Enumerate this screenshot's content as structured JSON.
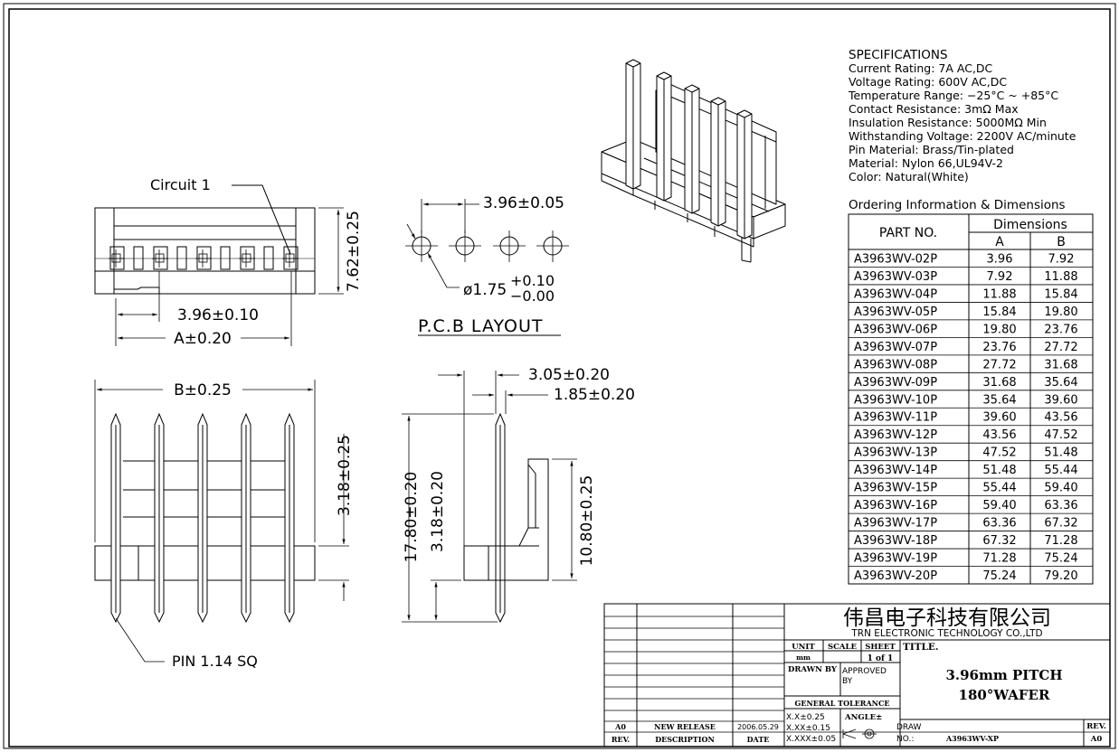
{
  "specifications": {
    "heading": "SPECIFICATIONS",
    "lines": [
      "Current Rating: 7A AC,DC",
      "Voltage Rating: 600V AC,DC",
      "Temperature Range: −25°C ~ +85°C",
      "Contact Resistance: 3mΩ Max",
      "Insulation Resistance: 5000MΩ Min",
      "Withstanding Voltage: 2200V AC/minute",
      "Pin Material: Brass/Tin-plated",
      "Material: Nylon 66,UL94V-2",
      "Color: Natural(White)"
    ]
  },
  "ordering": {
    "heading": "Ordering Information & Dimensions",
    "col_part": "PART NO.",
    "col_dims": "Dimensions",
    "col_a": "A",
    "col_b": "B",
    "rows": [
      {
        "part": "A3963WV-02P",
        "a": "3.96",
        "b": "7.92"
      },
      {
        "part": "A3963WV-03P",
        "a": "7.92",
        "b": "11.88"
      },
      {
        "part": "A3963WV-04P",
        "a": "11.88",
        "b": "15.84"
      },
      {
        "part": "A3963WV-05P",
        "a": "15.84",
        "b": "19.80"
      },
      {
        "part": "A3963WV-06P",
        "a": "19.80",
        "b": "23.76"
      },
      {
        "part": "A3963WV-07P",
        "a": "23.76",
        "b": "27.72"
      },
      {
        "part": "A3963WV-08P",
        "a": "27.72",
        "b": "31.68"
      },
      {
        "part": "A3963WV-09P",
        "a": "31.68",
        "b": "35.64"
      },
      {
        "part": "A3963WV-10P",
        "a": "35.64",
        "b": "39.60"
      },
      {
        "part": "A3963WV-11P",
        "a": "39.60",
        "b": "43.56"
      },
      {
        "part": "A3963WV-12P",
        "a": "43.56",
        "b": "47.52"
      },
      {
        "part": "A3963WV-13P",
        "a": "47.52",
        "b": "51.48"
      },
      {
        "part": "A3963WV-14P",
        "a": "51.48",
        "b": "55.44"
      },
      {
        "part": "A3963WV-15P",
        "a": "55.44",
        "b": "59.40"
      },
      {
        "part": "A3963WV-16P",
        "a": "59.40",
        "b": "63.36"
      },
      {
        "part": "A3963WV-17P",
        "a": "63.36",
        "b": "67.32"
      },
      {
        "part": "A3963WV-18P",
        "a": "67.32",
        "b": "71.28"
      },
      {
        "part": "A3963WV-19P",
        "a": "71.28",
        "b": "75.24"
      },
      {
        "part": "A3963WV-20P",
        "a": "75.24",
        "b": "79.20"
      }
    ]
  },
  "front_view": {
    "circuit_label": "Circuit 1",
    "height_dim": "7.62±0.25",
    "pitch_dim": "3.96±0.10",
    "a_dim": "A±0.20"
  },
  "pcb_layout": {
    "pitch_dim": "3.96±0.05",
    "hole_dim": "ø1.75",
    "hole_tol_plus": "+0.10",
    "hole_tol_minus": "−0.00",
    "title": "P.C.B LAYOUT"
  },
  "bottom_view": {
    "b_dim": "B±0.25",
    "tail_dim": "3.18±0.25",
    "pin_label": "PIN 1.14 SQ"
  },
  "side_view": {
    "dim_305": "3.05±0.20",
    "dim_185": "1.85±0.20",
    "dim_1780": "17.80±0.20",
    "dim_318": "3.18±0.20",
    "dim_1080": "10.80±0.25"
  },
  "title_block": {
    "company_cn": "伟昌电子科技有限公司",
    "company_en": "TRN ELECTRONIC TECHNOLOGY CO.,LTD",
    "unit_label": "UNIT",
    "unit_value": "mm",
    "scale_label": "SCALE",
    "sheet_label": "SHEET",
    "sheet_value": "1 of 1",
    "title_label": "TITLE.",
    "title_line1": "3.96mm PITCH",
    "title_line2": "180°WAFER",
    "drawn_by": "DRAWN BY",
    "approved_1": "APPROVED",
    "approved_2": "BY",
    "general_tolerance": "GENERAL TOLERANCE",
    "tol_1": "X.X±0.25",
    "tol_2": "X.XX±0.15",
    "tol_3": "X.XXX±0.05",
    "angle": "ANGLE±",
    "draw_label": "DRAW",
    "no_label": "NO.:",
    "draw_no": "A3963WV-XP",
    "rev_label": "REV.",
    "rev_value": "A0",
    "rev_row_rev": "A0",
    "rev_row_desc": "NEW RELEASE",
    "rev_row_date": "2006.05.29",
    "hdr_rev": "REV.",
    "hdr_desc": "DESCRIPTION",
    "hdr_date": "DATE"
  }
}
